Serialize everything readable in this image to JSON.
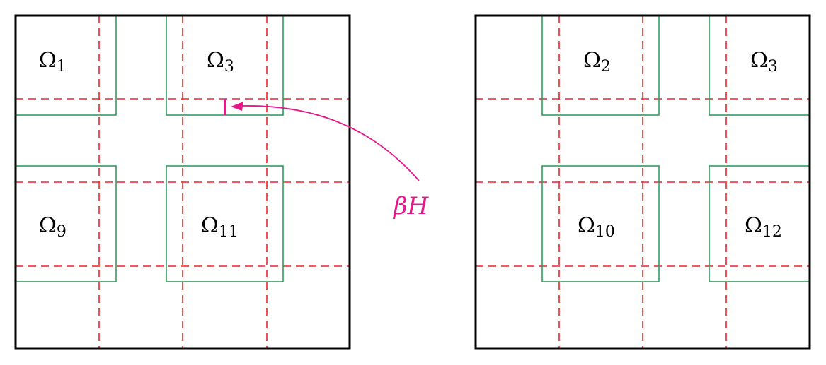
{
  "panels": [
    {
      "id": "left",
      "subdomains": [
        {
          "symbol": "Ω",
          "index": "1"
        },
        {
          "symbol": "Ω",
          "index": "3"
        },
        {
          "symbol": "Ω",
          "index": "9"
        },
        {
          "symbol": "Ω",
          "index": "11"
        }
      ]
    },
    {
      "id": "right",
      "subdomains": [
        {
          "symbol": "Ω",
          "index": "2"
        },
        {
          "symbol": "Ω",
          "index": "3"
        },
        {
          "symbol": "Ω",
          "index": "10"
        },
        {
          "symbol": "Ω",
          "index": "12"
        }
      ]
    }
  ],
  "annotation": {
    "label": "βH"
  },
  "colors": {
    "domain_border": "#000000",
    "subdomain_border": "#2e9e5e",
    "grid_lines": "#e8272c",
    "annotation": "#e6188a"
  }
}
